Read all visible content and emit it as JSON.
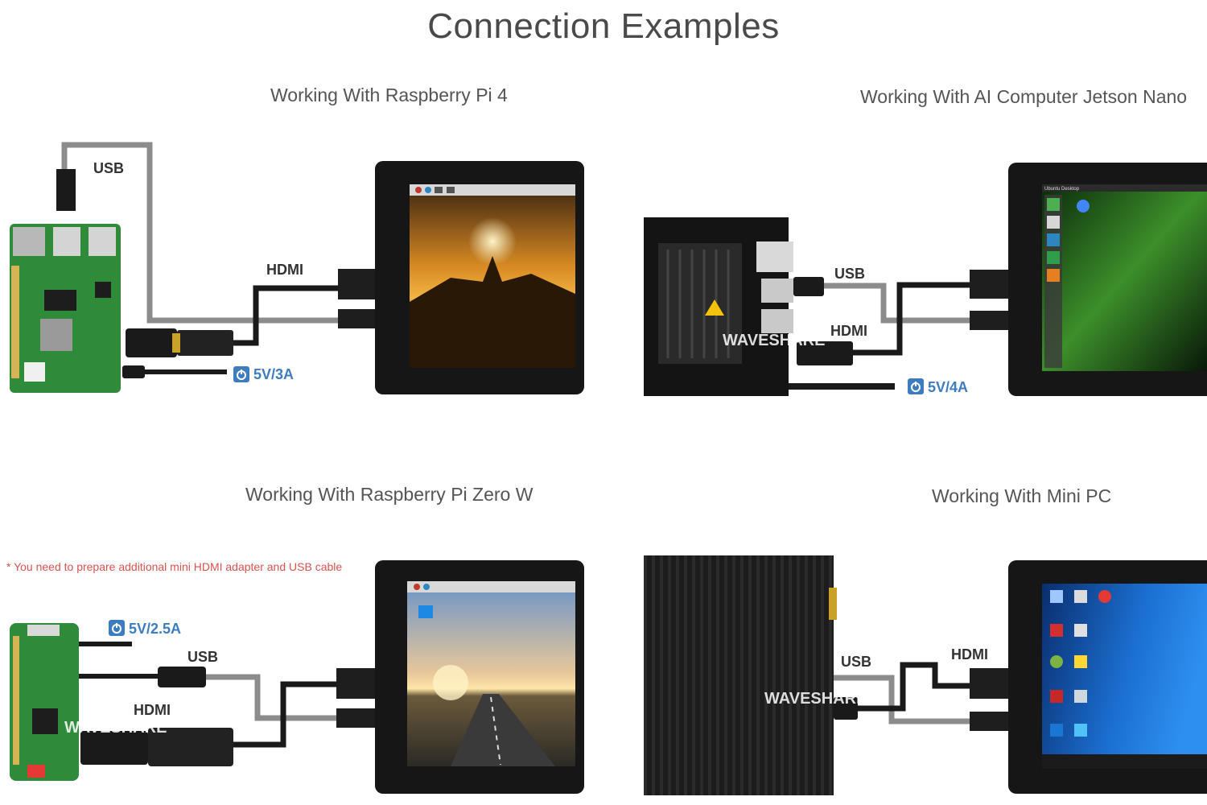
{
  "title": "Connection Examples",
  "watermark": "WAVESHARE",
  "panels": {
    "rpi4": {
      "title": "Working With Raspberry Pi 4",
      "usb": "USB",
      "hdmi": "HDMI",
      "power": "5V/3A"
    },
    "jetson": {
      "title": "Working With AI Computer Jetson Nano",
      "usb": "USB",
      "hdmi": "HDMI",
      "power": "5V/4A",
      "desktop_label": "Ubuntu Desktop"
    },
    "zero": {
      "title": "Working With Raspberry Pi Zero W",
      "usb": "USB",
      "hdmi": "HDMI",
      "power": "5V/2.5A",
      "note": "* You need to prepare additional mini HDMI adapter and USB cable"
    },
    "minipc": {
      "title": "Working With Mini PC",
      "usb": "USB",
      "hdmi": "HDMI"
    }
  },
  "colors": {
    "cable_black": "#1a1a1a",
    "cable_gray": "#8c8c8c",
    "power_blue": "#3e7cc0",
    "note_red": "#d9534f"
  }
}
